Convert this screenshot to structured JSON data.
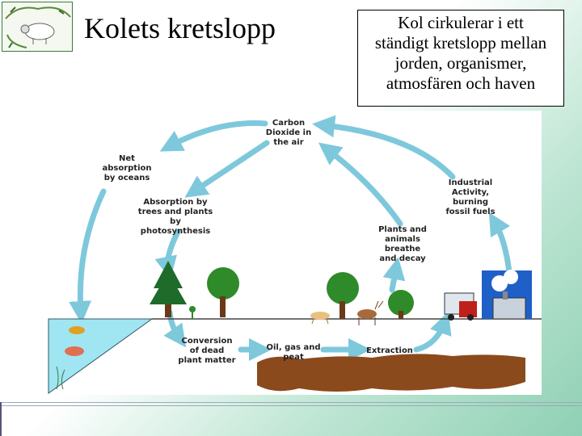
{
  "slide": {
    "title": "Kolets kretslopp",
    "note_lines": [
      "Kol cirkulerar i ett",
      "ständigt kretslopp mellan",
      "jorden, organismer,",
      "atmosfären och haven"
    ]
  },
  "diagram": {
    "labels": {
      "carbon": [
        "Carbon",
        "Dioxide in",
        "the air"
      ],
      "net_absorption": [
        "Net",
        "absorption",
        "by oceans"
      ],
      "photosynthesis": [
        "Absorption by",
        "trees and plants",
        "by",
        "photosynthesis"
      ],
      "industrial": [
        "Industrial",
        "Activity,",
        "burning",
        "fossil fuels"
      ],
      "breathe": [
        "Plants and",
        "animals",
        "breathe",
        "and decay"
      ],
      "conversion": [
        "Conversion",
        "of dead",
        "plant matter"
      ],
      "oil": [
        "Oil, gas and",
        "peat"
      ],
      "extraction": [
        "Extraction"
      ]
    },
    "colors": {
      "arrow": "#7ec8dc",
      "ocean": "#9fe6f2",
      "soil": "#8b4a1c",
      "tree_green": "#2f8a2a",
      "pine": "#1f6b2a"
    }
  }
}
